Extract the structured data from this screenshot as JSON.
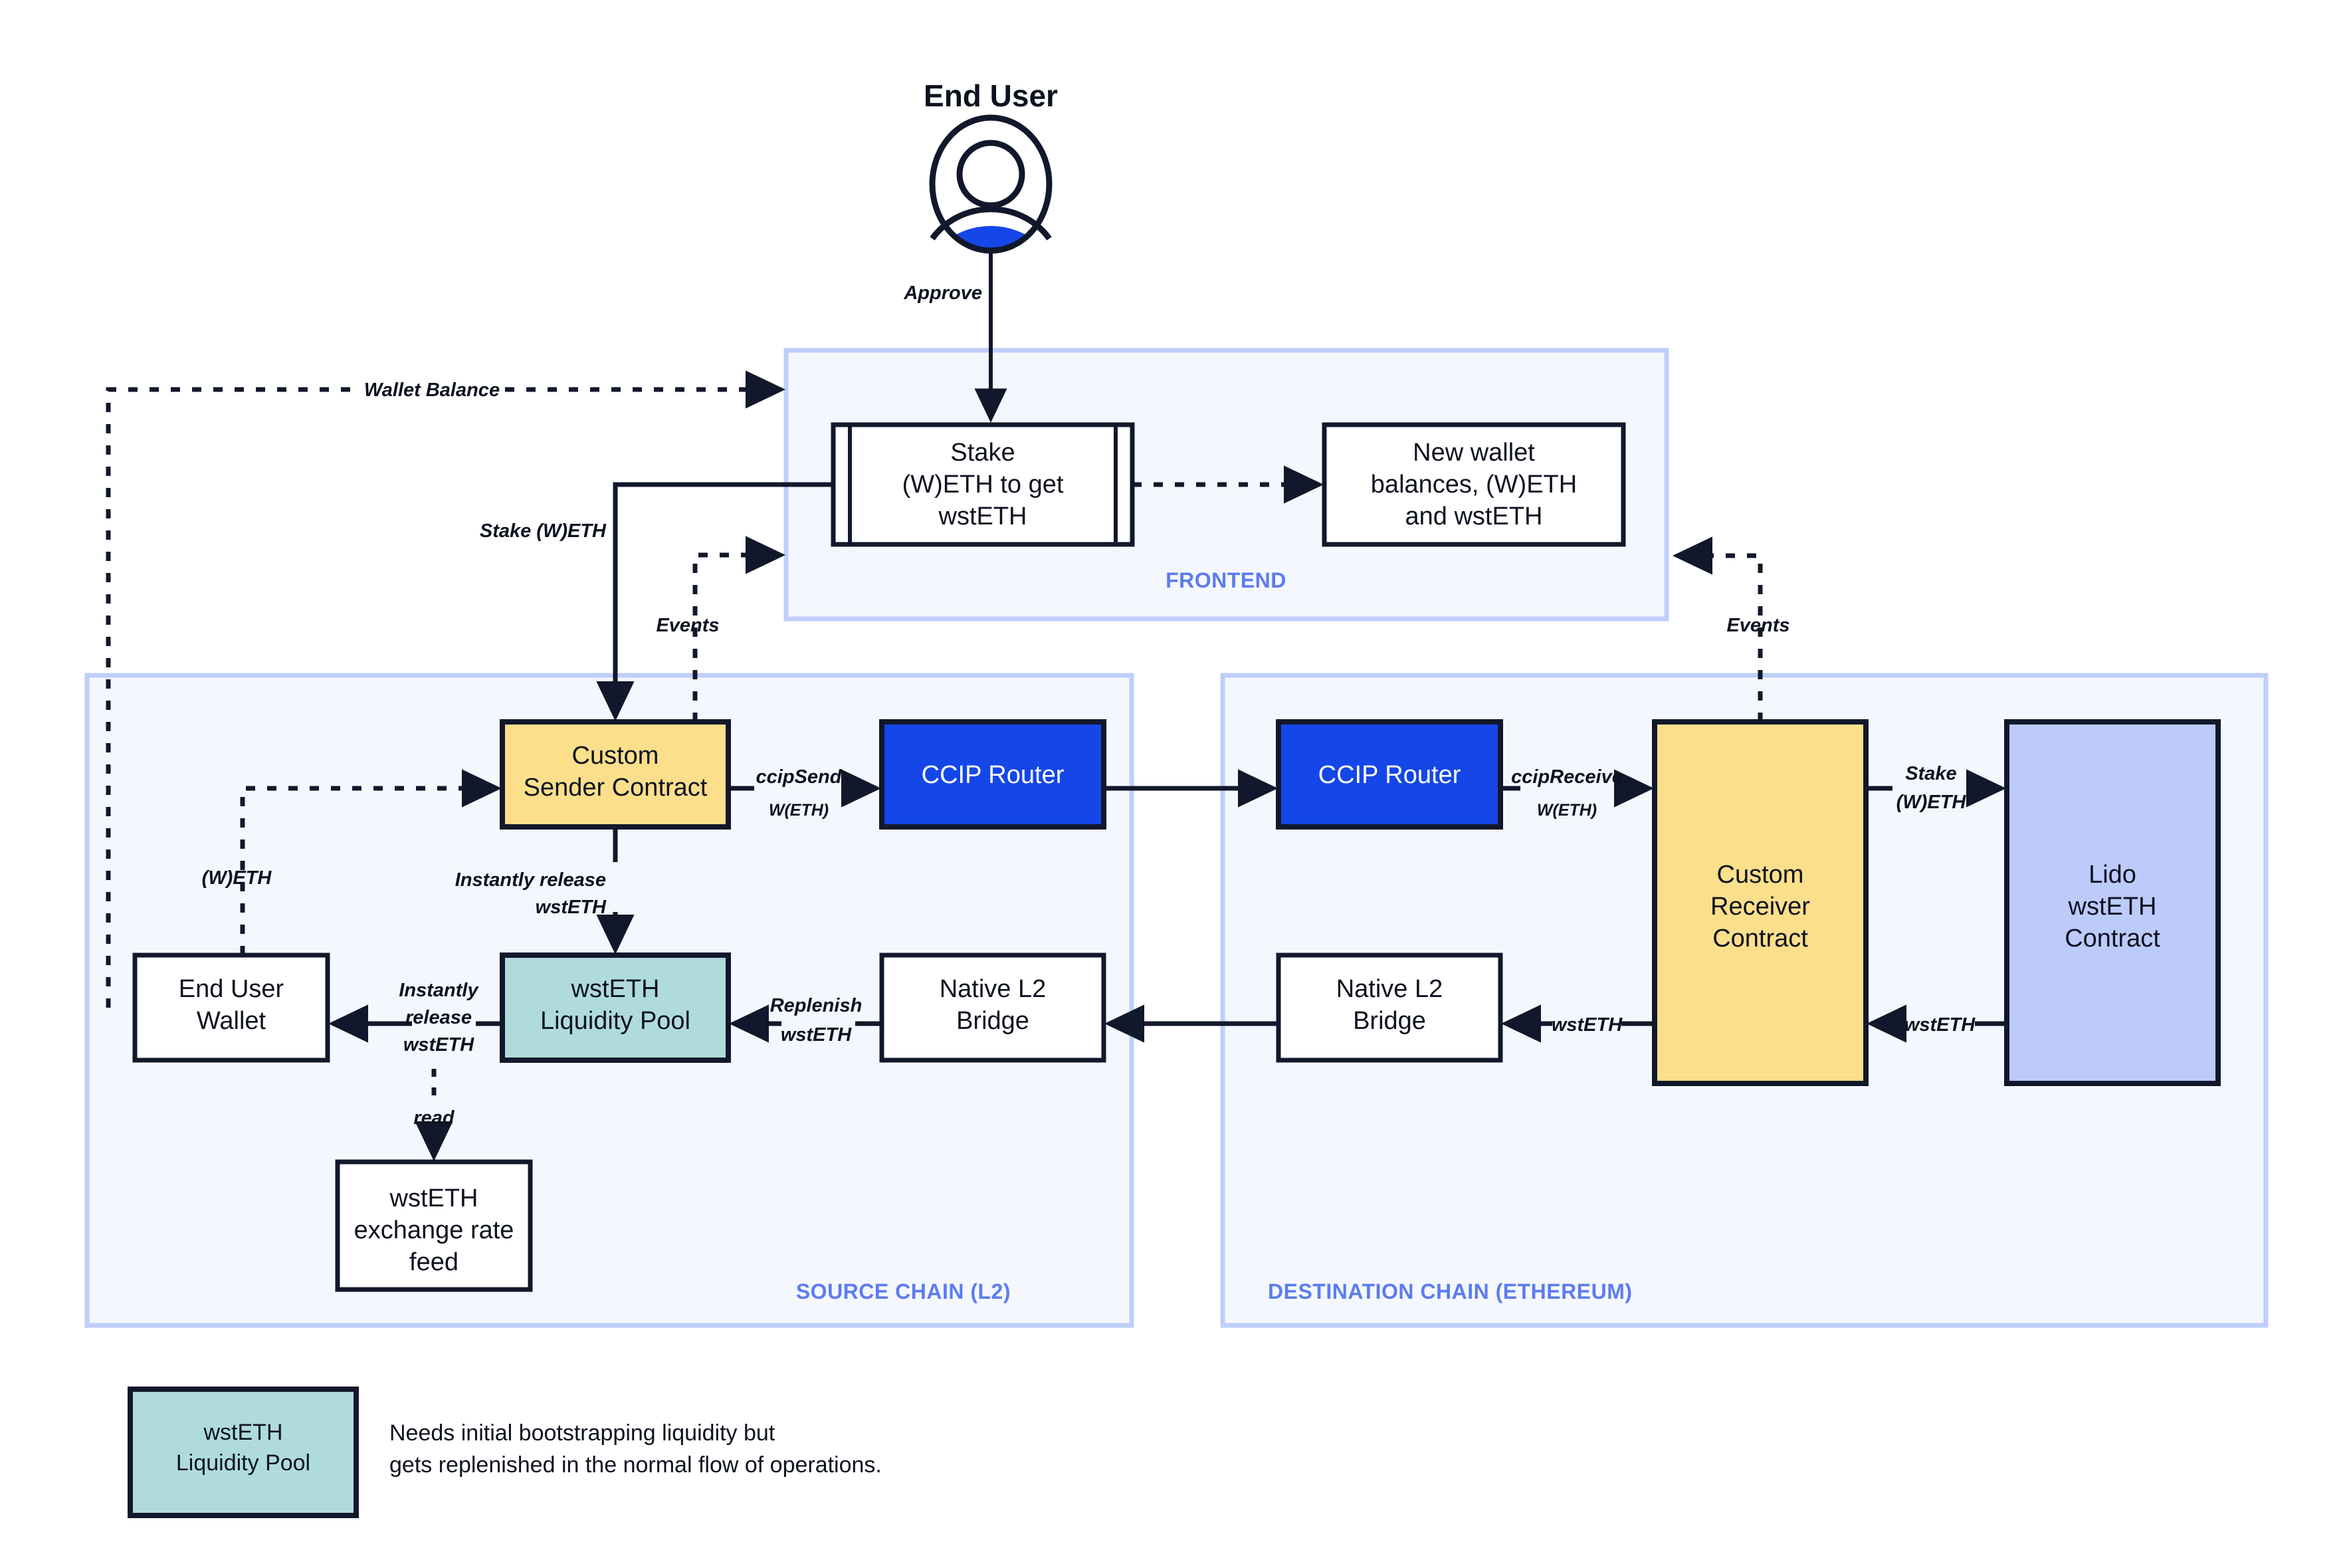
{
  "title": "End User",
  "actor": {
    "label": "End User",
    "icon": "user-avatar-icon"
  },
  "zones": {
    "frontend": {
      "label": "FRONTEND"
    },
    "source_chain": {
      "label": "SOURCE CHAIN (L2)"
    },
    "destination_chain": {
      "label": "DESTINATION CHAIN (ETHEREUM)"
    }
  },
  "nodes": {
    "stake_form": {
      "line1": "Stake",
      "line2": "(W)ETH to get",
      "line3": "wstETH"
    },
    "new_balances": {
      "line1": "New wallet",
      "line2": "balances, (W)ETH",
      "line3": "and wstETH"
    },
    "custom_sender": {
      "line1": "Custom",
      "line2": "Sender Contract"
    },
    "ccip_router_src": {
      "line1": "CCIP Router"
    },
    "ccip_router_dst": {
      "line1": "CCIP Router"
    },
    "custom_receiver": {
      "line1": "Custom",
      "line2": "Receiver",
      "line3": "Contract"
    },
    "lido_contract": {
      "line1": "Lido",
      "line2": "wstETH",
      "line3": "Contract"
    },
    "end_user_wallet": {
      "line1": "End User",
      "line2": "Wallet"
    },
    "liquidity_pool": {
      "line1": "wstETH",
      "line2": "Liquidity Pool"
    },
    "native_l2_bridge_src": {
      "line1": "Native L2",
      "line2": "Bridge"
    },
    "native_l2_bridge_dst": {
      "line1": "Native L2",
      "line2": "Bridge"
    },
    "rate_feed": {
      "line1": "wstETH",
      "line2": "exchange rate",
      "line3": "feed"
    }
  },
  "edges": {
    "approve": "Approve",
    "wallet_balance": "Wallet Balance",
    "stake_weth": "Stake (W)ETH",
    "events_left": "Events",
    "events_right": "Events",
    "weth_left": "(W)ETH",
    "ccip_send": "ccipSend",
    "ccip_send_sub": "W(ETH)",
    "ccip_receive": "ccipReceive",
    "ccip_receive_sub": "W(ETH)",
    "stake_weth_dst_1": "Stake",
    "stake_weth_dst_2": "(W)ETH",
    "wsteth_1": "wstETH",
    "wsteth_2": "wstETH",
    "instantly_release_1": "Instantly release",
    "instantly_release_2": "wstETH",
    "instantly_release_wallet_1": "Instantly",
    "instantly_release_wallet_2": "release",
    "instantly_release_wallet_3": "wstETH",
    "replenish_1": "Replenish",
    "replenish_2": "wstETH",
    "read": "read"
  },
  "legend": {
    "box": {
      "line1": "wstETH",
      "line2": "Liquidity Pool"
    },
    "note_line1": "Needs initial bootstrapping liquidity but",
    "note_line2": "gets replenished in the normal flow of operations."
  },
  "colors": {
    "yellow": "#FCDF8B",
    "teal": "#AFDCDB",
    "lavender": "#BCCBFA",
    "blue": "#1546E8",
    "zone_fill": "#F5F7FE",
    "zone_stroke": "#BFCEFA",
    "zone_label": "#5C7CF0",
    "stroke": "#12182B",
    "white": "#FFFFFF"
  }
}
